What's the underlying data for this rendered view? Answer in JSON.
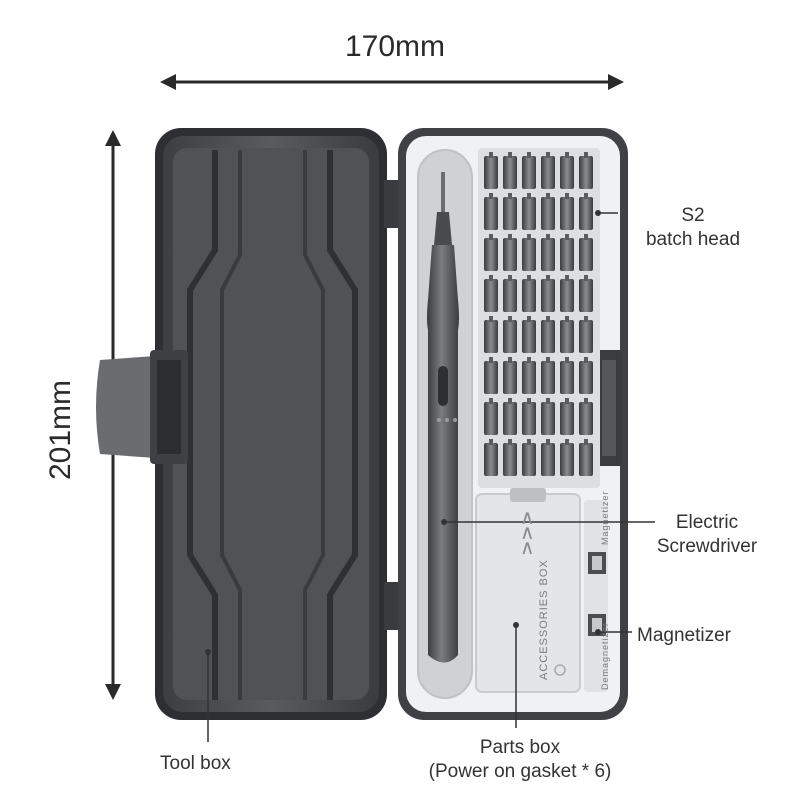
{
  "dimensions": {
    "width": "170mm",
    "height": "201mm"
  },
  "labels": {
    "s2_line1": "S2",
    "s2_line2": "batch head",
    "electric_line1": "Electric",
    "electric_line2": "Screwdriver",
    "magnetizer": "Magnetizer",
    "tool_box": "Tool box",
    "parts_line1": "Parts box",
    "parts_line2": "(Power on gasket * 6)"
  },
  "product_text": {
    "accessories_box": "ACCESSORIES BOX",
    "magnetizer_small": "Magnetizer",
    "demagnetizer_small": "Demagnetizer"
  },
  "colors": {
    "case_outer": "#3a3b3e",
    "case_inner": "#5c5e62",
    "screwdriver": "#55575b",
    "bits": "#4a4c50",
    "parts_box": "#e9eaec",
    "label_text": "#333333"
  }
}
